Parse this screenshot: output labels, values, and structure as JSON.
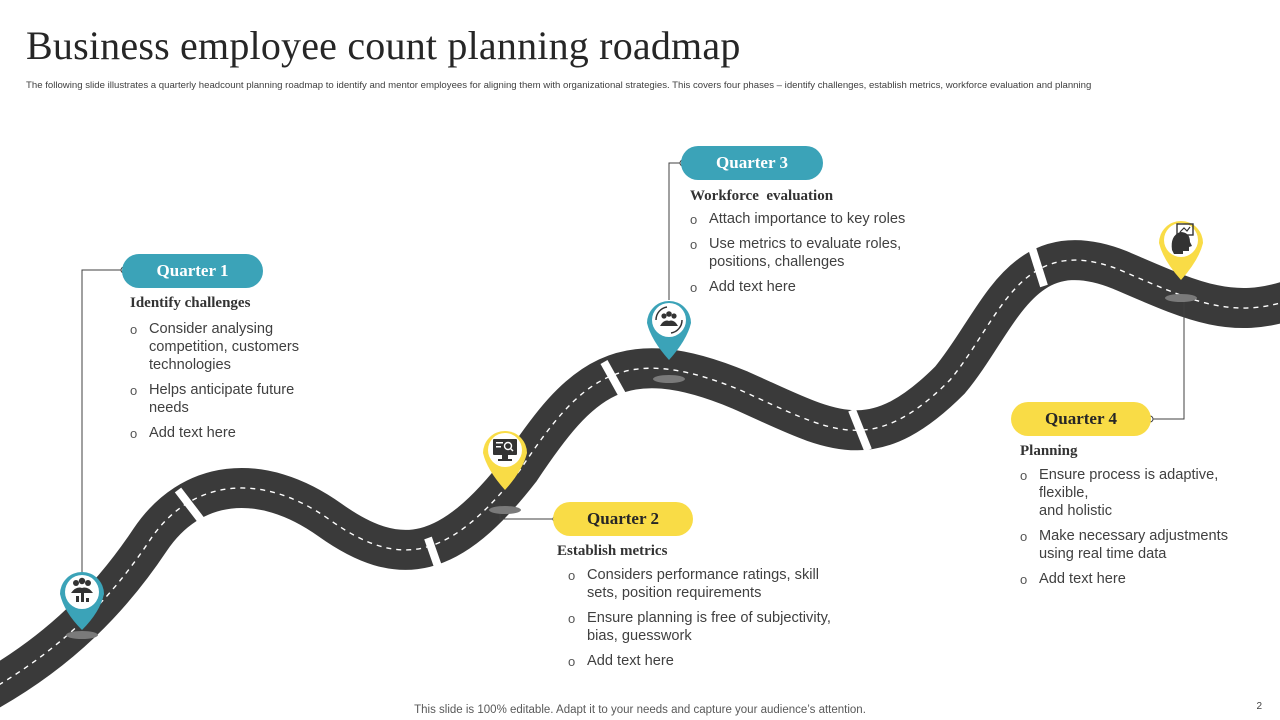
{
  "title": "Business employee count planning roadmap",
  "subtitle": "The following slide illustrates a quarterly headcount planning roadmap to identify and mentor employees for aligning them with organizational strategies. This covers four phases – identify challenges, establish metrics, workforce evaluation and planning",
  "colors": {
    "teal": "#3ba3b8",
    "yellow": "#f9dc46",
    "road": "#3a3a3a",
    "road_dash": "#ffffff"
  },
  "quarters": [
    {
      "label": "Quarter 1",
      "phase": "Identify challenges",
      "bullets": [
        "Consider analysing competition, customers technologies",
        "Helps anticipate future needs",
        "Add text here"
      ],
      "icon": "team-chart-icon"
    },
    {
      "label": "Quarter 2",
      "phase": "Establish metrics",
      "bullets": [
        "Considers performance ratings, skill sets, position requirements",
        "Ensure planning is free of subjectivity, bias, guesswork",
        "Add text here"
      ],
      "icon": "monitor-search-icon"
    },
    {
      "label": "Quarter 3",
      "phase": "Workforce  evaluation",
      "bullets": [
        "Attach importance to key roles",
        "Use metrics to evaluate roles, positions, challenges",
        "Add text here"
      ],
      "icon": "team-cycle-icon"
    },
    {
      "label": "Quarter 4",
      "phase": "Planning",
      "bullets": [
        "Ensure process is adaptive, flexible,\nand holistic",
        "Make necessary adjustments using real time data",
        "Add text here"
      ],
      "icon": "head-strategy-icon"
    }
  ],
  "bullet_marker": "o",
  "footer": "This slide is 100% editable. Adapt it to your needs and capture your audience’s attention.",
  "page_number": "2"
}
